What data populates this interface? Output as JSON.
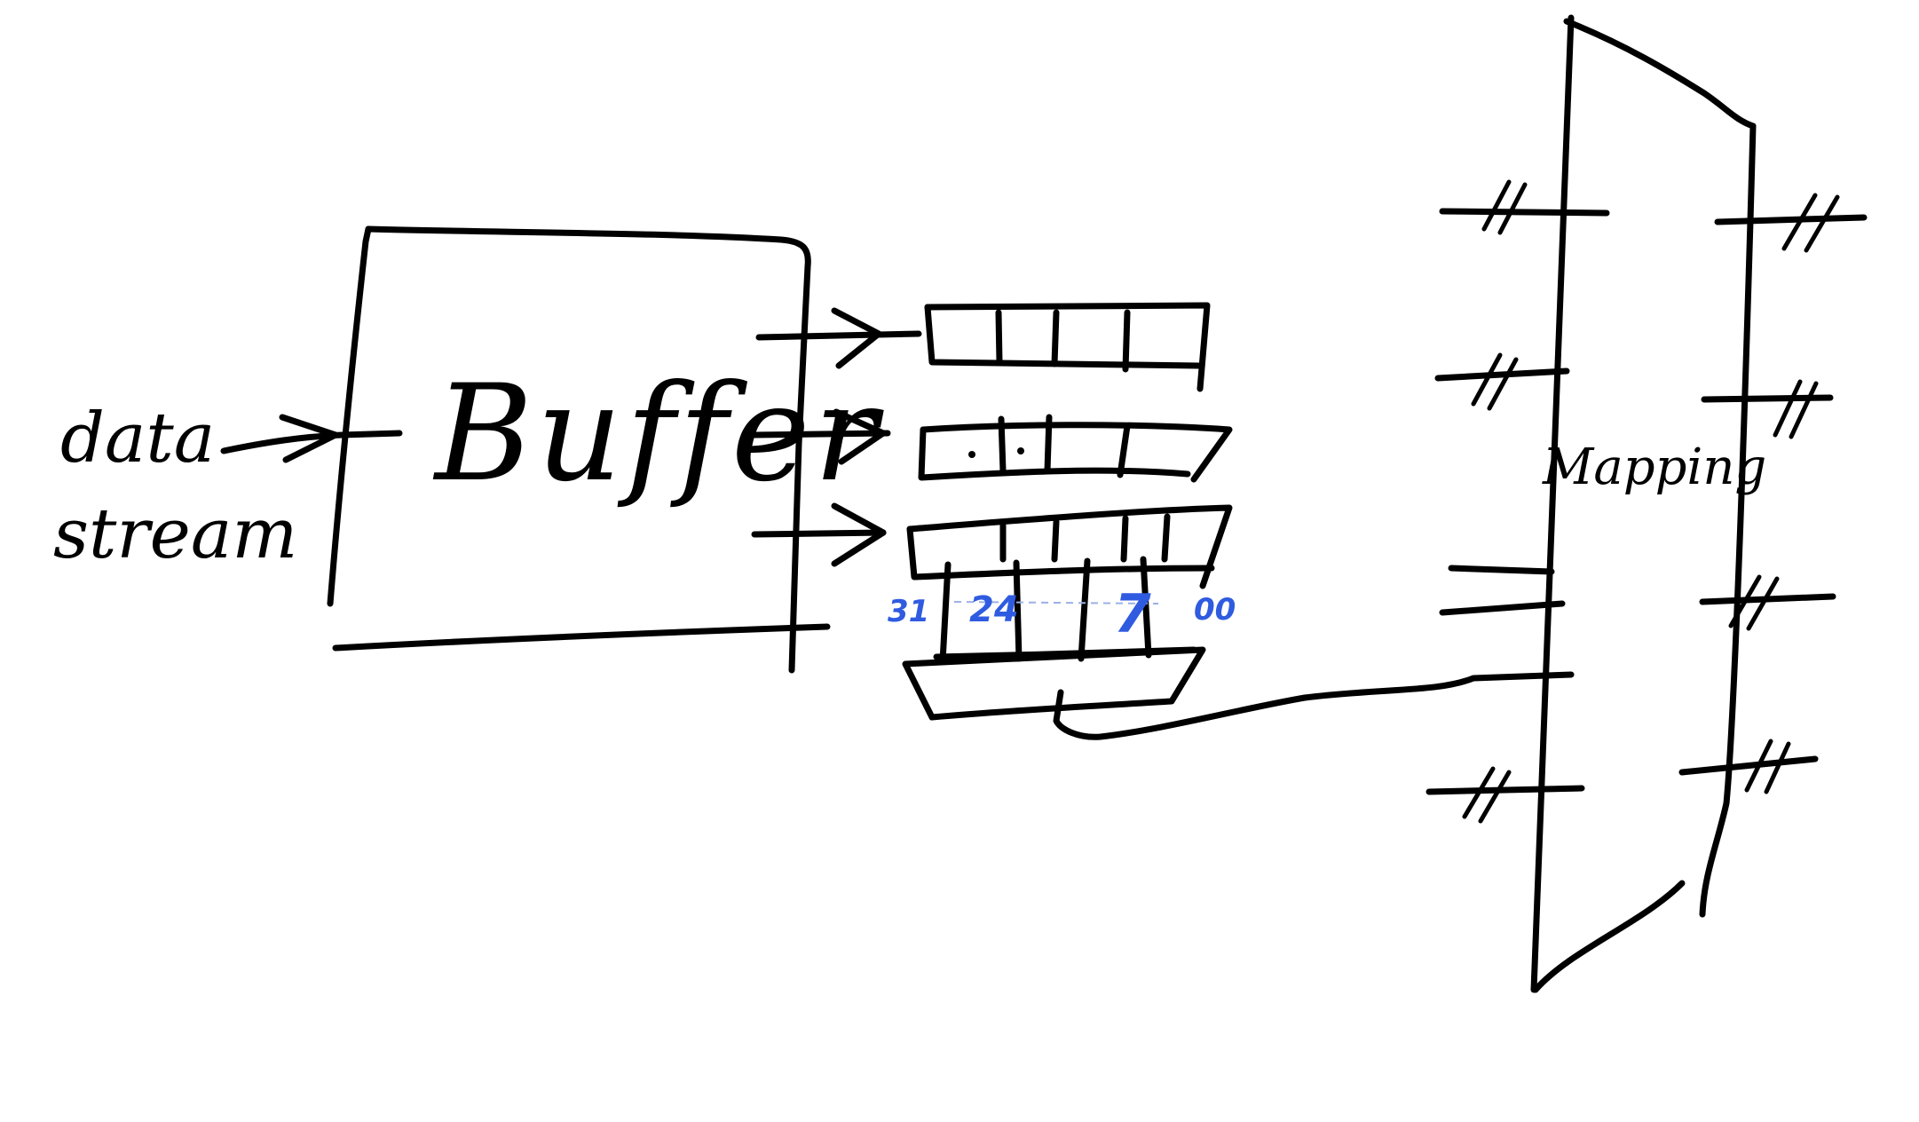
{
  "labels": {
    "data": "data",
    "stream": "stream",
    "buffer": "Buffer",
    "mapping": "Mapping"
  },
  "bit_labels": {
    "msb": "31",
    "mid": "24",
    "low": "7",
    "lsb": "00"
  },
  "colors": {
    "ink": "#000000",
    "annotation": "#2f5be0",
    "background": "#ffffff"
  }
}
